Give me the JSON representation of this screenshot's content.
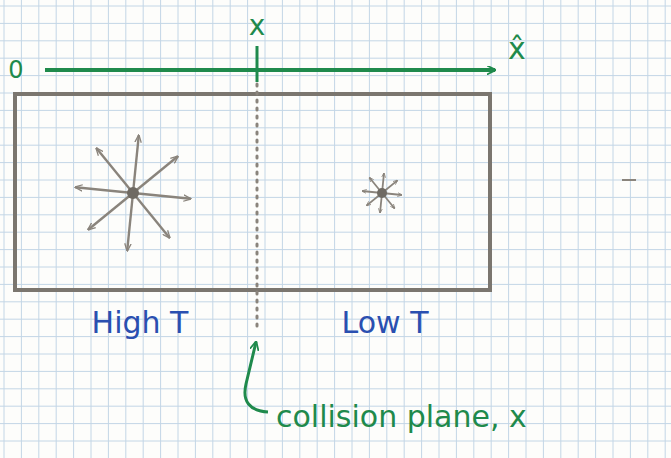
{
  "diagram": {
    "labels": [
      "0",
      "x",
      "x̂",
      "High T",
      "Low T",
      "collision plane, x"
    ]
  }
}
